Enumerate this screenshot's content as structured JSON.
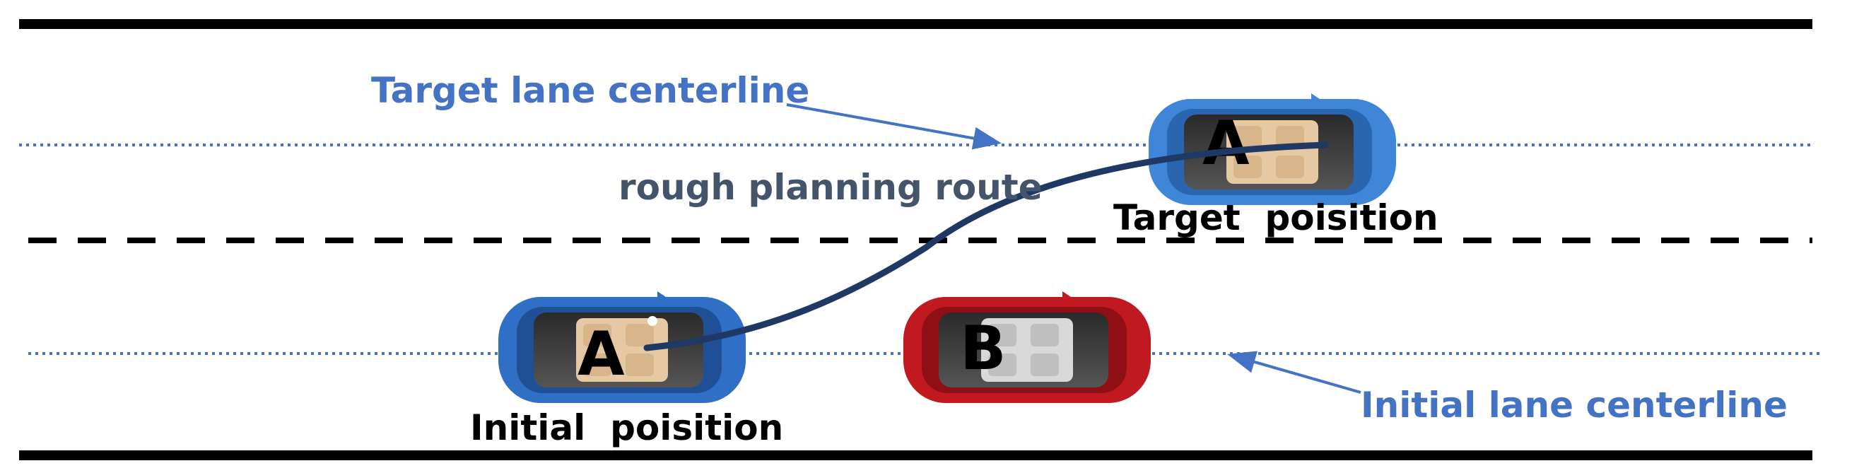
{
  "labels": {
    "target_lane": "Target lane centerline",
    "route": "rough planning route",
    "target_position": "Target  poisition",
    "initial_position": "Initial  poisition",
    "initial_lane": "Initial lane centerline"
  },
  "cars": {
    "ego_initial": {
      "letter": "A",
      "color": "#2f6fc6"
    },
    "ego_target": {
      "letter": "A",
      "color": "#3f86d8"
    },
    "obstacle": {
      "letter": "B",
      "color": "#c0191f"
    }
  },
  "colors": {
    "road_edge": "#000000",
    "lane_divider": "#000000",
    "centerline": "#4472c4",
    "annotation": "#4472c4",
    "route_label": "#44546a",
    "route_curve": "#1f3864",
    "position_label": "#000000"
  }
}
